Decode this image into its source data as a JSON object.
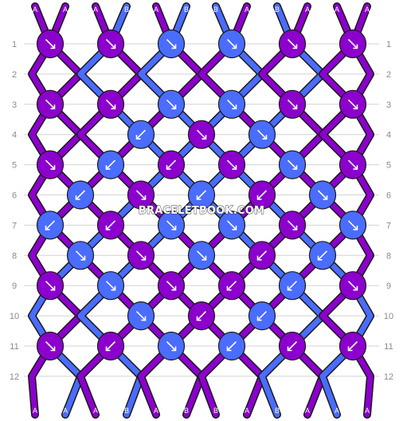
{
  "colors": {
    "A": "#8B00CC",
    "B": "#4A6CFF",
    "grid": "#d3d3d3",
    "label": "#8a8a8a",
    "outline": "#1a1a1a"
  },
  "watermark": "BRACELETBOOK.COM",
  "strings_top": [
    "A",
    "A",
    "A",
    "B",
    "A",
    "B",
    "B",
    "A",
    "B",
    "A",
    "A",
    "A"
  ],
  "strings_bottom": [
    "A",
    "A",
    "A",
    "B",
    "A",
    "B",
    "B",
    "A",
    "B",
    "A",
    "A",
    "A"
  ],
  "rows": [
    "1",
    "2",
    "3",
    "4",
    "5",
    "6",
    "7",
    "8",
    "9",
    "10",
    "11",
    "12"
  ],
  "knots": [
    [
      "A:fwd",
      "A:fwd",
      "B:fwd",
      "B:fwd",
      "A:fwd",
      "A:fwd"
    ],
    [
      null,
      null,
      null,
      null,
      null
    ],
    [
      "A:fwd",
      "A:fwd",
      "B:fwd",
      "B:fwd",
      "A:fwd",
      "A:fwd"
    ],
    [
      null,
      "B:bwd",
      "A:fwd",
      "B:fwd",
      null
    ],
    [
      "A:fwd",
      "B:bwd",
      "A:bwd",
      "A:fwd",
      "B:fwd",
      "A:fwd"
    ],
    [
      "B:bwd",
      "A:fwd",
      "B:bwd",
      "A:bwd",
      "B:fwd"
    ],
    [
      "B:bwd",
      "A:bwd",
      "B:fwd",
      "B:fwd",
      "A:fwd",
      "B:fwd"
    ],
    [
      "B:fwd",
      "A:fwd",
      "B:fwd",
      "A:bwd",
      "B:bwd"
    ],
    [
      "A:fwd",
      "B:fwd",
      "A:fwd",
      "A:bwd",
      "B:bwd",
      "A:fwd"
    ],
    [
      null,
      "B:fwd",
      "A:bwd",
      "B:bwd",
      null
    ],
    [
      "A:fwd",
      "A:bwd",
      "B:fwd",
      "B:bwd",
      "A:bwd",
      "A:bwd"
    ],
    [
      null,
      null,
      null,
      null,
      null
    ]
  ]
}
